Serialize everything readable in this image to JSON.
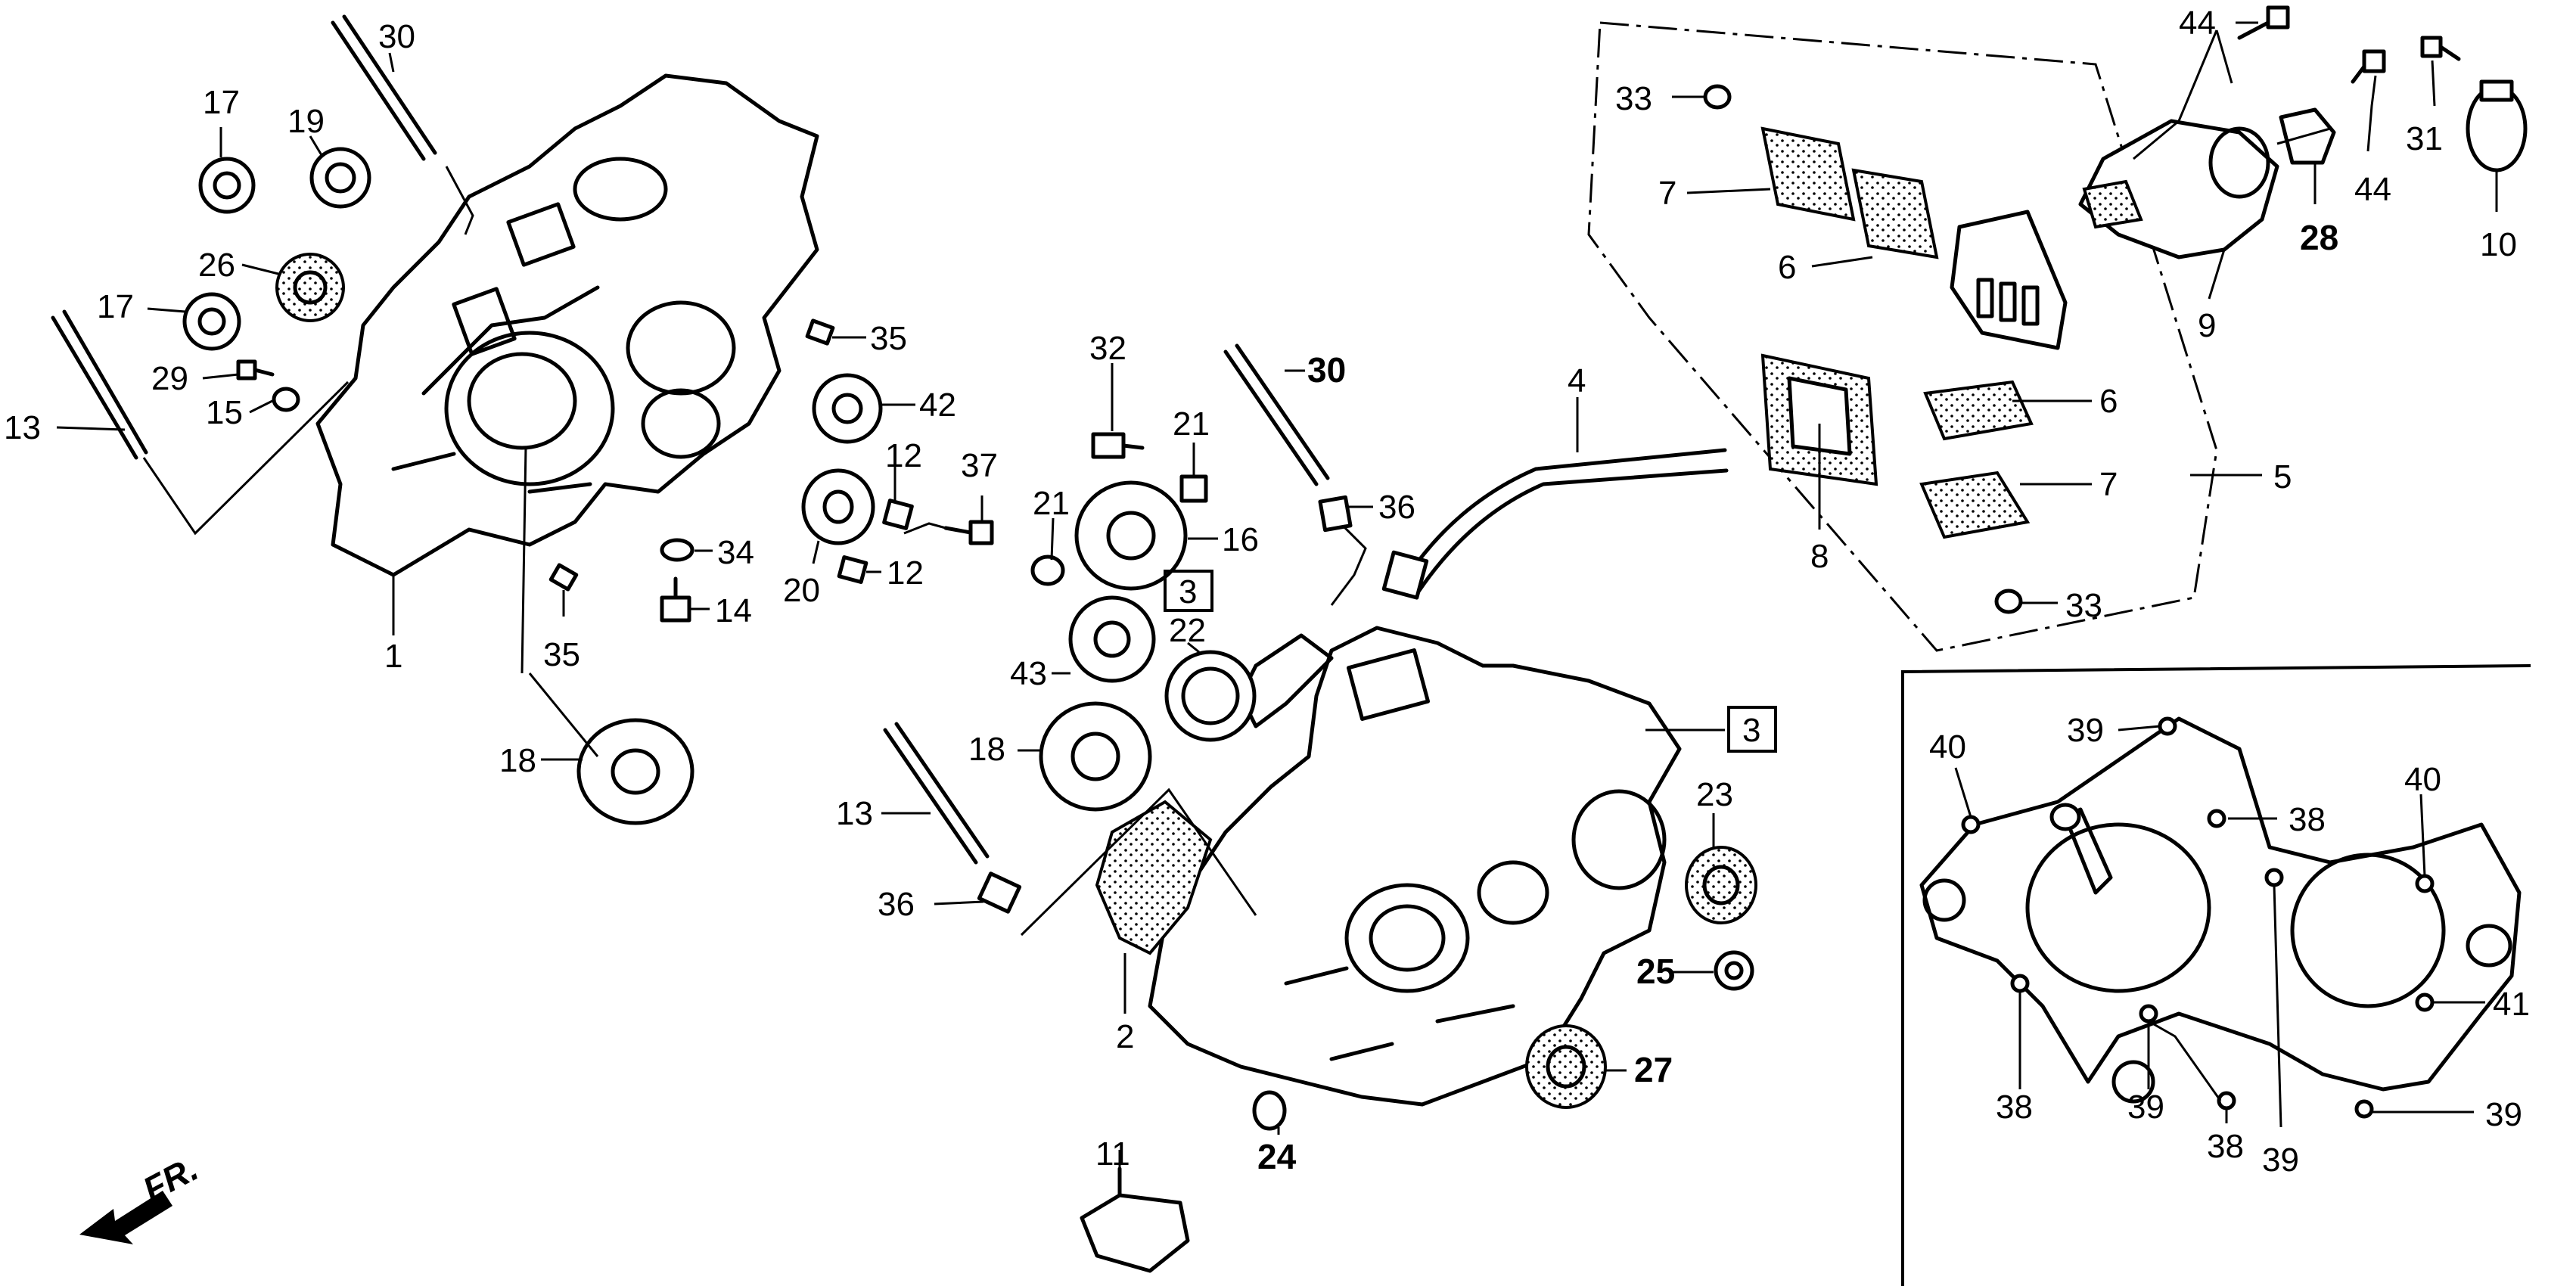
{
  "labels": {
    "p1": "1",
    "p2": "2",
    "p3a": "3",
    "p3b": "3",
    "p4": "4",
    "p5": "5",
    "p6a": "6",
    "p6b": "6",
    "p7a": "7",
    "p7b": "7",
    "p8": "8",
    "p9": "9",
    "p10": "10",
    "p11": "11",
    "p12a": "12",
    "p12b": "12",
    "p13a": "13",
    "p13b": "13",
    "p14": "14",
    "p15": "15",
    "p16": "16",
    "p17a": "17",
    "p17b": "17",
    "p18a": "18",
    "p18b": "18",
    "p19": "19",
    "p20": "20",
    "p21a": "21",
    "p21b": "21",
    "p22": "22",
    "p23": "23",
    "p24": "24",
    "p25": "25",
    "p26": "26",
    "p27": "27",
    "p28": "28",
    "p29": "29",
    "p30a": "30",
    "p30b": "30",
    "p31": "31",
    "p32": "32",
    "p33a": "33",
    "p33b": "33",
    "p34": "34",
    "p35a": "35",
    "p35b": "35",
    "p36a": "36",
    "p36b": "36",
    "p37": "37",
    "p38a": "38",
    "p38b": "38",
    "p38c": "38",
    "p39a": "39",
    "p39b": "39",
    "p39c": "39",
    "p39d": "39",
    "p40a": "40",
    "p40b": "40",
    "p41": "41",
    "p42": "42",
    "p43": "43",
    "p44a": "44",
    "p44b": "44"
  },
  "direction_label": "FR."
}
